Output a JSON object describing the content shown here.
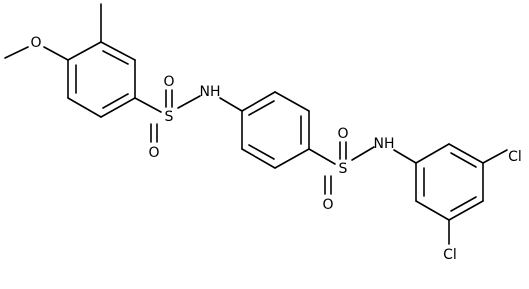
{
  "molecule": {
    "line_color": "#000000",
    "background": "#ffffff",
    "labels": {
      "o_methoxy": "O",
      "nh_left": "NH",
      "s_left": "S",
      "o_s_left_up": "O",
      "o_s_left_down": "O",
      "s_right": "S",
      "o_s_right_up": "O",
      "o_s_right_down": "O",
      "nh_right": "NH",
      "cl_top": "Cl",
      "cl_bottom": "Cl"
    }
  }
}
